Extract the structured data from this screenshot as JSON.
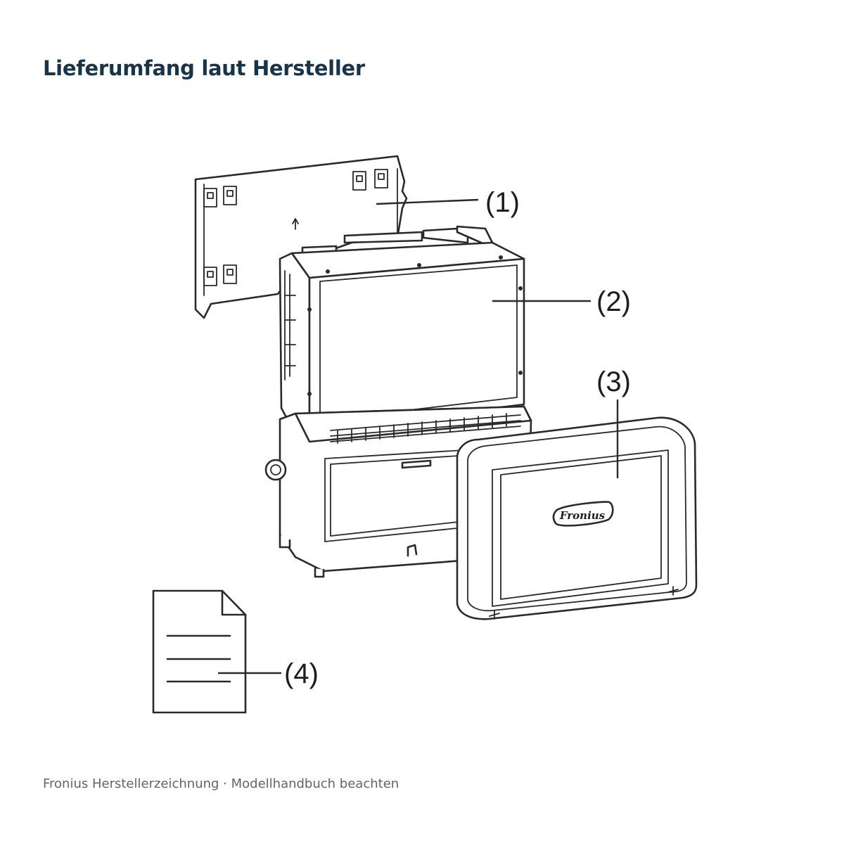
{
  "header": {
    "title": "Lieferumfang laut Hersteller"
  },
  "diagram": {
    "callouts": [
      {
        "id": "1",
        "label": "(1)"
      },
      {
        "id": "2",
        "label": "(2)"
      },
      {
        "id": "3",
        "label": "(3)"
      },
      {
        "id": "4",
        "label": "(4)"
      }
    ],
    "logo_text": "Fronius"
  },
  "footer": {
    "note": "Fronius Herstellerzeichnung · Modellhandbuch beachten"
  },
  "colors": {
    "title": "#17354a",
    "footnote": "#5d6670",
    "line": "#2a2a2a"
  }
}
